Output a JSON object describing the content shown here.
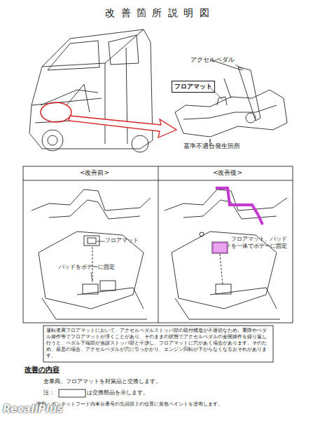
{
  "diagram": {
    "title": "改 善 箇 所 説 明 図",
    "nodes": [
      {
        "text": [
          "フロアマット"
        ]
      },
      {
        "text": [
          "<改善前>"
        ]
      },
      {
        "text": [
          "<改善後>"
        ]
      },
      {
        "text": [
          "運転者席フロアマットにおいて、アクセルペダルストッパ部の取付構造が不適切なため、乗降やペダル操作等でフロアマットが浮くことがあり、そのままの状態でアクセルペダルの全開操作を繰り返し行うと、ペダル下端部が当該ストッパ部と干渉し、フロアマットに穴があく場合があります。そのため、最悪の場合、アクセルペダルが穴に引っかかり、エンジン回転が下がらなくなるおそれがあります。"
        ]
      }
    ],
    "labels": [
      "アクセルペダル",
      "基準不適合発生箇所",
      "フロアマット",
      "パッドをボデーに固定",
      "フロアマット、パッドを一体でボデーに固定",
      "改善の内容",
      "全車両、フロアマットを対策品と交換します。",
      "注：",
      "は交換部品を示します。",
      "識別：ボンネットフード内車台番号の先頭部上の位置に黄色ペイントを塗布します。",
      "RecallPlus"
    ]
  }
}
